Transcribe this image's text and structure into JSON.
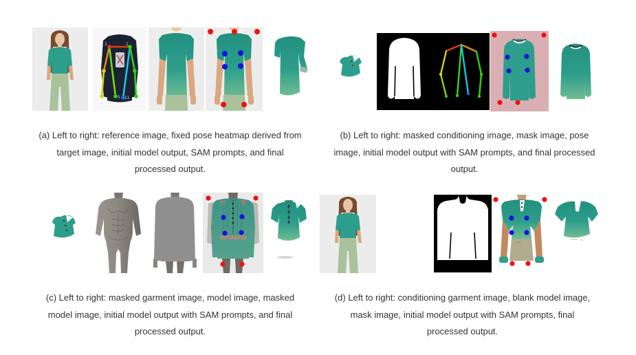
{
  "colors": {
    "teal": "#2d9e8b",
    "teal-dark": "#1f8577",
    "photo-bg": "#ececec",
    "panel-bg": "#e9e9e9",
    "pink-bg": "#d9afb4",
    "navy": "#1d2232",
    "skin": "#d9a87f",
    "skin-light": "#e8c5a4",
    "tan": "#bf8a5f",
    "hair": "#7a4a2e",
    "sage": "#a9c29c",
    "khaki": "#b2ab8e",
    "gray-model": "#8d8782",
    "gray-mask": "#8f8f8f",
    "red": "#ee1111",
    "blue": "#1212dd",
    "text": "#333333"
  },
  "figure": {
    "panels": [
      {
        "id": "a",
        "caption_lines": [
          "(a) Left to right: reference image, fixed pose heatmap derived from",
          "target image, initial model output, SAM prompts, and final",
          "processed output."
        ],
        "pose_joint_labels": [
          "2",
          "1",
          "5",
          "11"
        ],
        "images": [
          "reference image",
          "fixed pose heatmap",
          "initial model output",
          "SAM prompts",
          "final processed output"
        ]
      },
      {
        "id": "b",
        "caption_lines": [
          "(b) Left to right: masked conditioning image, mask image, pose",
          "image, initial model output with SAM prompts, and final processed",
          "output."
        ],
        "images": [
          "masked conditioning image",
          "mask image",
          "pose image",
          "initial model output with SAM prompts",
          "final processed output"
        ]
      },
      {
        "id": "c",
        "caption_lines": [
          "(c) Left to right: masked garment image, model image, masked",
          "model image, initial model output with SAM prompts, and final",
          "processed output."
        ],
        "images": [
          "masked garment image",
          "model image",
          "masked model image",
          "initial model output with SAM prompts",
          "final processed output"
        ]
      },
      {
        "id": "d",
        "caption_lines": [
          "(d) Left to right: conditioning garment image, blank model image,",
          "mask image, initial model output with SAM prompts, final",
          "processed output."
        ],
        "images": [
          "conditioning garment image",
          "blank model image",
          "mask image",
          "initial model output with SAM prompts",
          "final processed output"
        ]
      }
    ]
  }
}
